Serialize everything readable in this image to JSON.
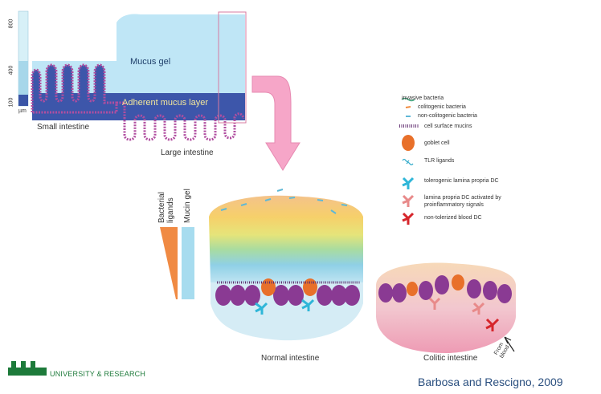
{
  "scale": {
    "ticks": [
      "800",
      "400",
      "100"
    ],
    "unit": "µm"
  },
  "top_panel": {
    "mucus_gel": "Mucus gel",
    "adherent_layer": "Adherent mucus layer",
    "small_intestine": "Small intestine",
    "large_intestine": "Large intestine"
  },
  "gradients": {
    "bacterial_ligands": "Bacterial ligands",
    "mucin_gel": "Mucin gel"
  },
  "bottom_panel": {
    "normal": "Normal intestine",
    "colitic": "Colitic intestine",
    "from_blood": "From blood"
  },
  "legend": [
    {
      "label": "invasive bacteria",
      "icon": "invasive-bacteria-icon",
      "color": "#3fa27a"
    },
    {
      "label": "colitogenic bacteria",
      "icon": "colitogenic-bacteria-icon",
      "color": "#f08a3e"
    },
    {
      "label": "non-colitogenic bacteria",
      "icon": "non-colitogenic-bacteria-icon",
      "color": "#5fb8d6"
    },
    {
      "label": "cell surface mucins",
      "icon": "cell-surface-mucins-icon",
      "color": "#6b3b7a"
    },
    {
      "label": "goblet cell",
      "icon": "goblet-cell-icon",
      "color": "#e8702a"
    },
    {
      "label": "TLR ligands",
      "icon": "tlr-ligands-icon",
      "color": "#2fa9c9"
    },
    {
      "label": "tolerogenic lamina propria DC",
      "icon": "tolerogenic-dc-icon",
      "color": "#2fb6d8"
    },
    {
      "label": "lamina propria DC activated by proinflammatory signals",
      "icon": "activated-dc-icon",
      "color": "#e88a8a"
    },
    {
      "label": "non-tolerized blood DC",
      "icon": "blood-dc-icon",
      "color": "#d6252b"
    }
  ],
  "logo": {
    "text": "UNIVERSITY & RESEARCH"
  },
  "citation": "Barbosa and Rescigno, 2009"
}
